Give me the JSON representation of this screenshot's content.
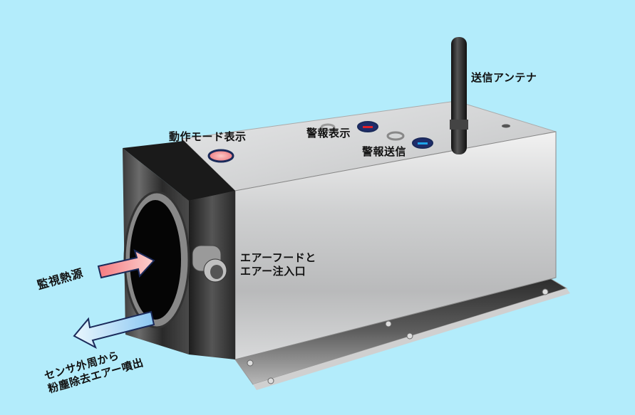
{
  "diagram": {
    "background_color": "#b3ecfb",
    "labels": {
      "antenna": "送信アンテナ",
      "mode_indicator": "動作モード表示",
      "alarm_display": "警報表示",
      "alarm_send": "警報送信",
      "air_hood_line1": "エアーフードと",
      "air_hood_line2": "エアー注入口",
      "heat_source": "監視熱源",
      "purge_line1": "センサ外周から",
      "purge_line2": "粉塵除去エアー噴出"
    },
    "indicators": {
      "mode_color": "#f59a9a",
      "alarm_display_color": "#e0202a",
      "alarm_send_color": "#1fa4ea",
      "ring_color": "#1a2a5a"
    },
    "arrows": {
      "heat_source_fill": "#f57b80",
      "purge_fill": "#8cc8f2",
      "outline": "#1a2a5a"
    }
  }
}
